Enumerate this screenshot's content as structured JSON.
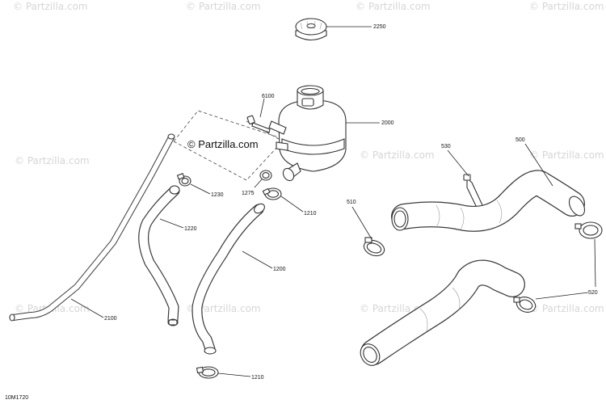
{
  "watermark": {
    "main": "© Partzilla.com",
    "faint": "© Partzilla.com"
  },
  "diagram_code": "10M1720",
  "callouts": {
    "cap": "2250",
    "screw": "6100",
    "tank": "2000",
    "clamp_small_a": "1230",
    "clamp_small_b": "1275",
    "clamp_tank": "1210",
    "hose_small": "1220",
    "hose_medium": "1200",
    "hose_long": "2100",
    "clamp_bottom": "1210",
    "clip": "530",
    "hose_upper": "500",
    "clamp_left": "510",
    "clamp_right": "520"
  }
}
